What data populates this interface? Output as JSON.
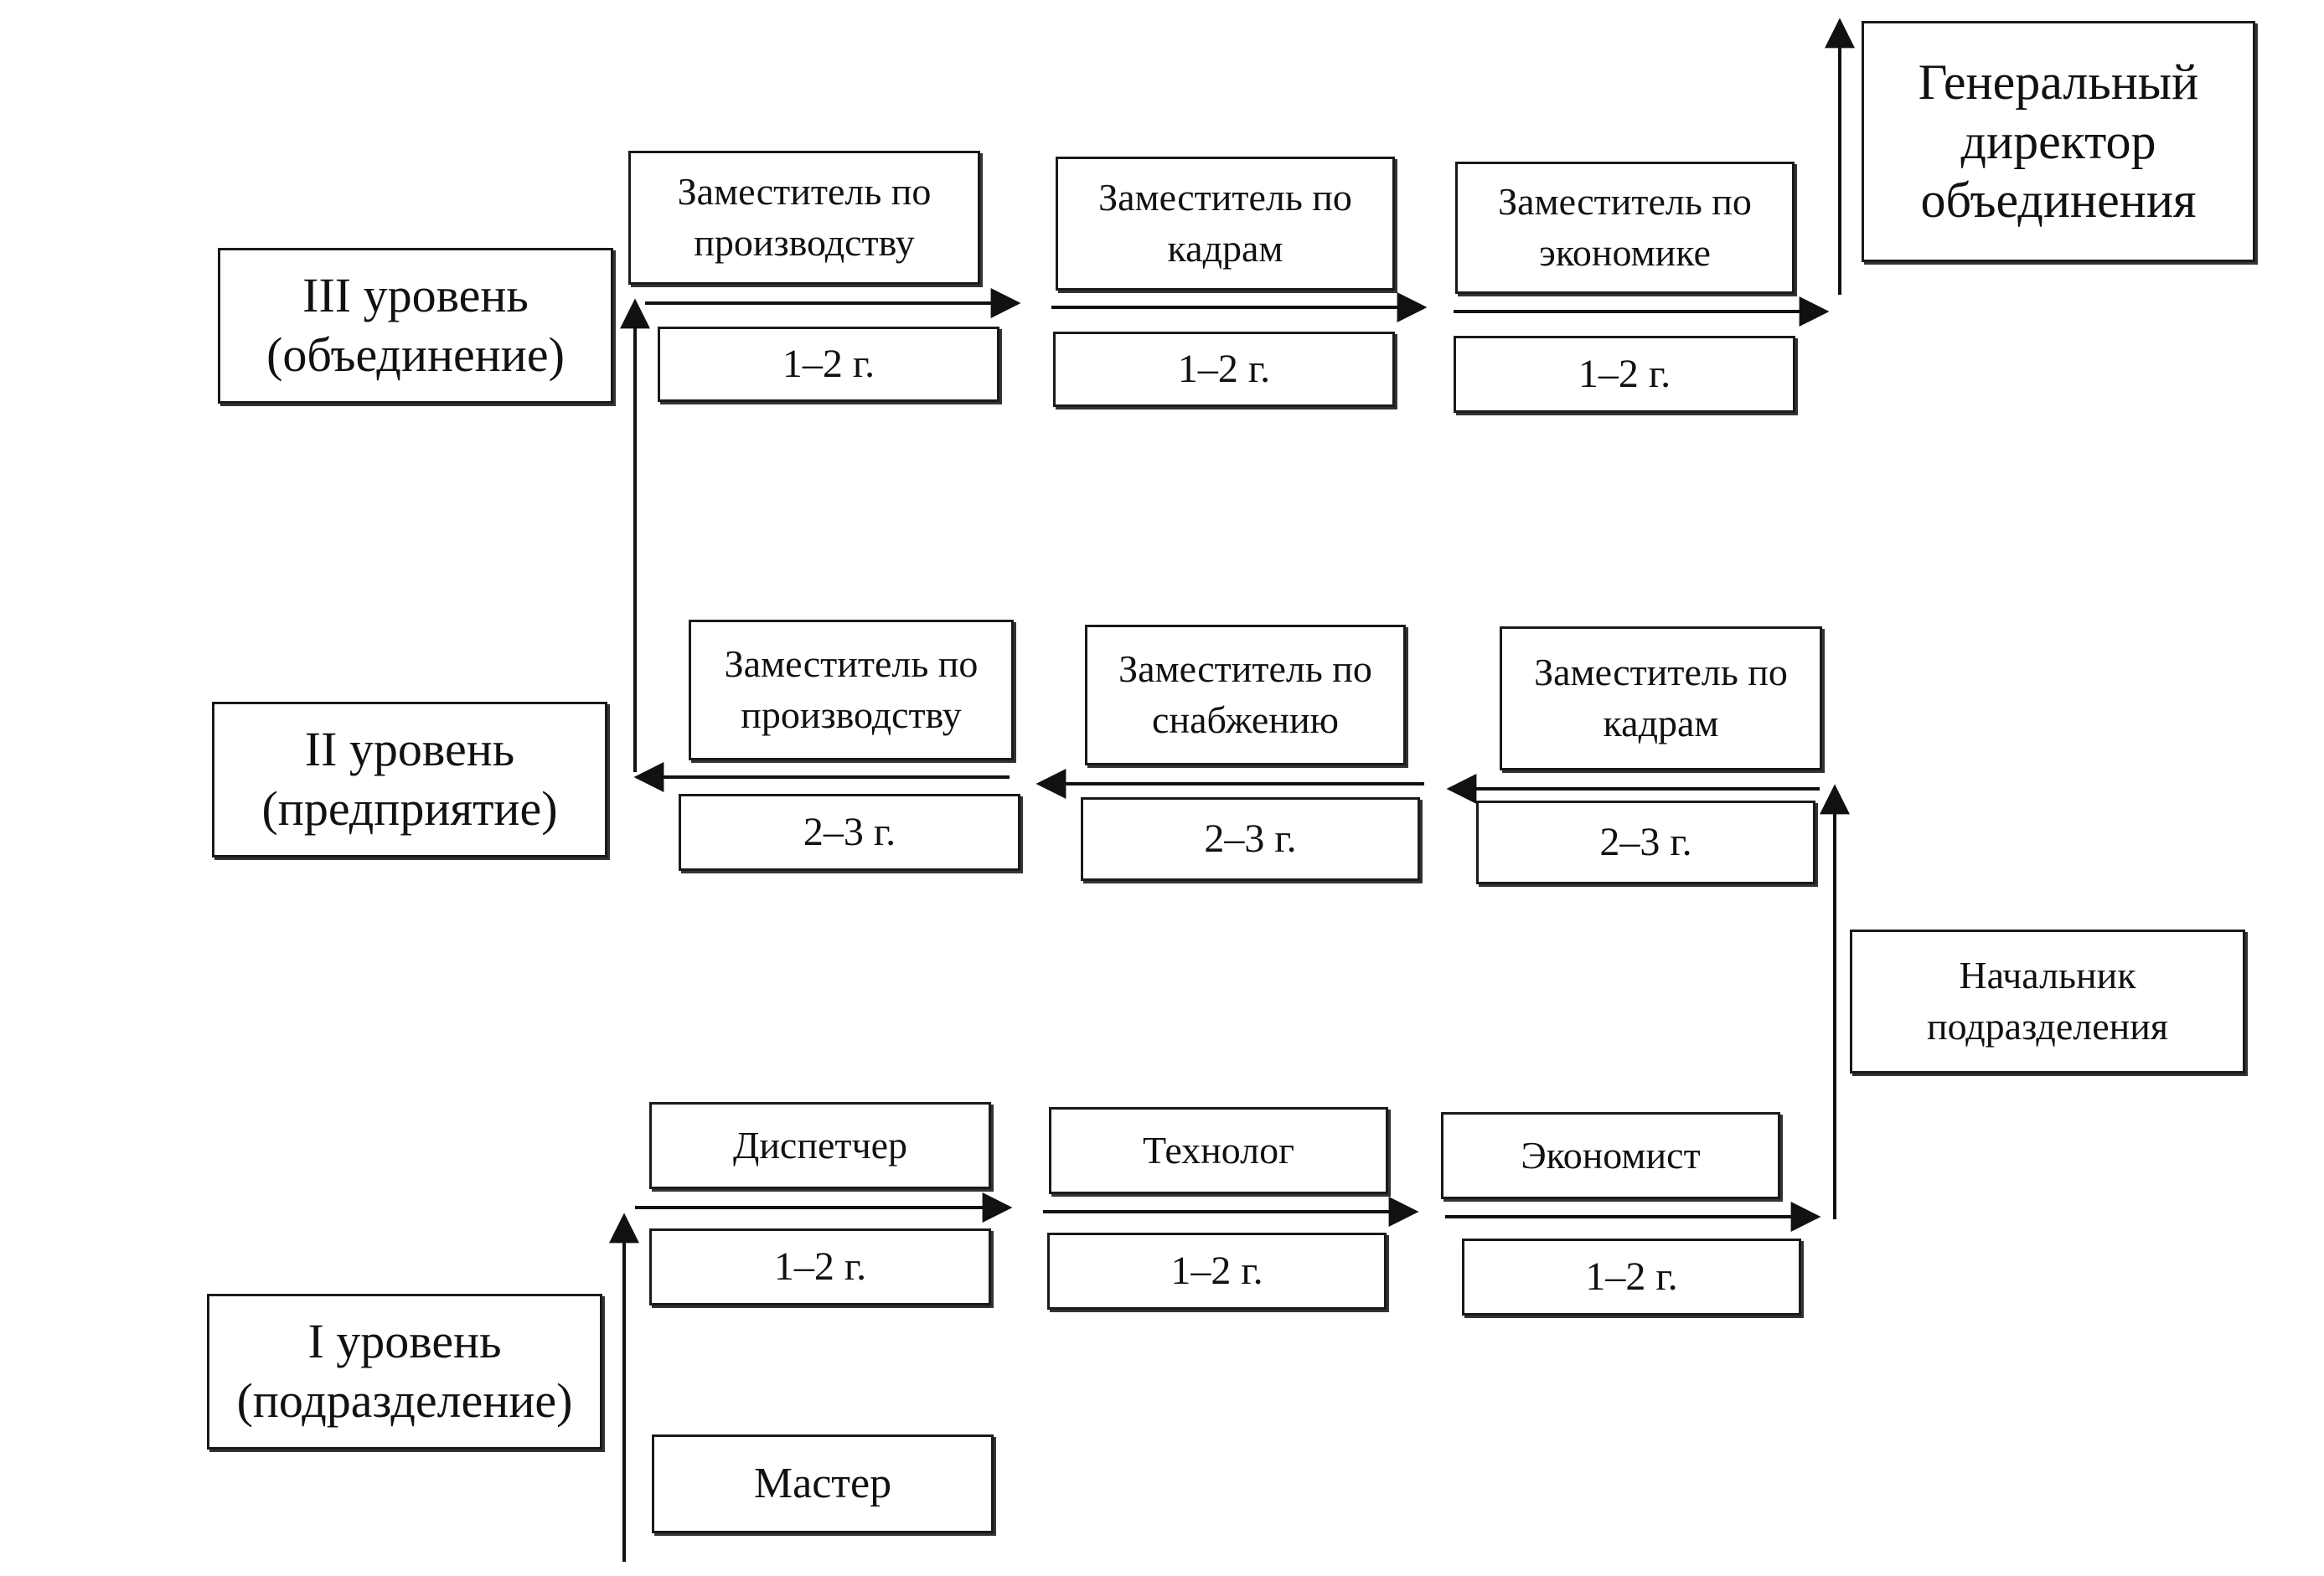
{
  "levels": {
    "level3": "III уровень\n(объединение)",
    "level2": "II уровень\n(предприятие)",
    "level1": "I уровень\n(подразделение)"
  },
  "general_director": "Генеральный\nдиректор\nобъединения",
  "level3_positions": [
    {
      "title": "Заместитель по\nпроизводству",
      "term": "1–2 г."
    },
    {
      "title": "Заместитель по\nкадрам",
      "term": "1–2 г."
    },
    {
      "title": "Заместитель по\nэкономике",
      "term": "1–2 г."
    }
  ],
  "level2_positions": [
    {
      "title": "Заместитель по\nпроизводству",
      "term": "2–3 г."
    },
    {
      "title": "Заместитель по\nснабжению",
      "term": "2–3 г."
    },
    {
      "title": "Заместитель по\nкадрам",
      "term": "2–3 г."
    }
  ],
  "level1_positions": [
    {
      "title": "Диспетчер",
      "term": "1–2 г."
    },
    {
      "title": "Технолог",
      "term": "1–2 г."
    },
    {
      "title": "Экономист",
      "term": "1–2 г."
    }
  ],
  "head_of_division": "Начальник\nподразделения",
  "master": "Мастер"
}
